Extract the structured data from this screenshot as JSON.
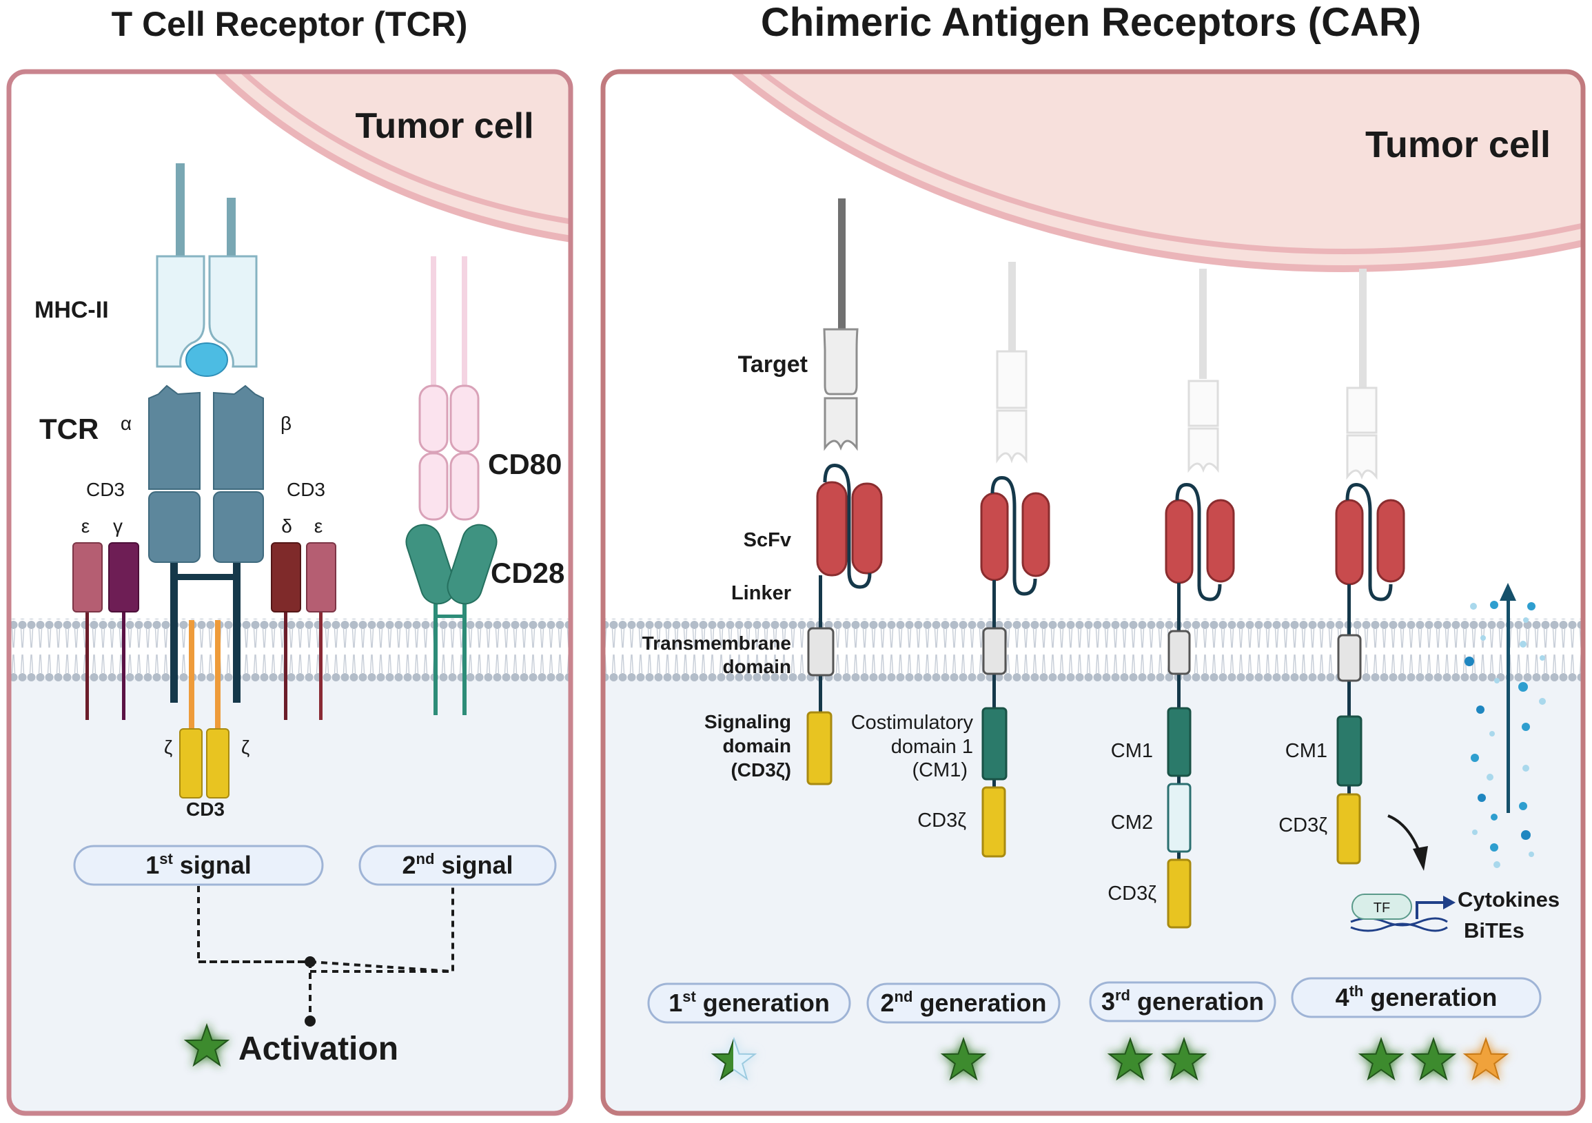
{
  "left_panel": {
    "title": "T Cell Receptor (TCR)",
    "tumor_label": "Tumor cell",
    "labels": {
      "mhc": "MHC-II",
      "tcr": "TCR",
      "alpha": "α",
      "beta": "β",
      "cd3_left": "CD3",
      "cd3_right": "CD3",
      "eps1": "ε",
      "gamma": "γ",
      "delta": "δ",
      "eps2": "ε",
      "cd80": "CD80",
      "cd28": "CD28",
      "zeta1": "ζ",
      "zeta2": "ζ",
      "cd3_bottom": "CD3"
    },
    "signal1": {
      "main": "1",
      "sup": "st",
      "rest": " signal"
    },
    "signal2": {
      "main": "2",
      "sup": "nd",
      "rest": " signal"
    },
    "activation": "Activation"
  },
  "right_panel": {
    "title": "Chimeric Antigen Receptors (CAR)",
    "tumor_label": "Tumor cell",
    "parts": {
      "target": "Target",
      "scfv": "ScFv",
      "linker": "Linker",
      "tm1": "Transmembrane",
      "tm2": "domain",
      "sig1": "Signaling",
      "sig2": "domain",
      "sig3": "(CD3ζ)"
    },
    "gen2": {
      "cm_line1": "Costimulatory",
      "cm_line2": "domain 1",
      "cm_line3": "(CM1)",
      "cd3z": "CD3ζ"
    },
    "gen3": {
      "cm1": "CM1",
      "cm2": "CM2",
      "cd3z": "CD3ζ"
    },
    "gen4": {
      "cm1": "CM1",
      "cd3z": "CD3ζ",
      "tf": "TF",
      "cytokines": "Cytokines",
      "bites": "BiTEs"
    },
    "generations": [
      {
        "num": "1",
        "sup": "st",
        "rest": " generation",
        "stars": [
          "half-green"
        ]
      },
      {
        "num": "2",
        "sup": "nd",
        "rest": " generation",
        "stars": [
          "green"
        ]
      },
      {
        "num": "3",
        "sup": "rd",
        "rest": " generation",
        "stars": [
          "green",
          "green"
        ]
      },
      {
        "num": "4",
        "sup": "th",
        "rest": " generation",
        "stars": [
          "green",
          "green",
          "orange"
        ]
      }
    ]
  },
  "colors": {
    "tumor": "#f7e0dc",
    "frame": "#c9848e",
    "cytoplasm": "#eff3f8",
    "tcr": "#5d879c",
    "tcr_dark": "#15384a",
    "scfv": "#c84b4d",
    "cm": "#2b7a6a",
    "cd3z": "#e8c421",
    "star_green": "#3d8b2f",
    "star_orange": "#f0a23a"
  }
}
